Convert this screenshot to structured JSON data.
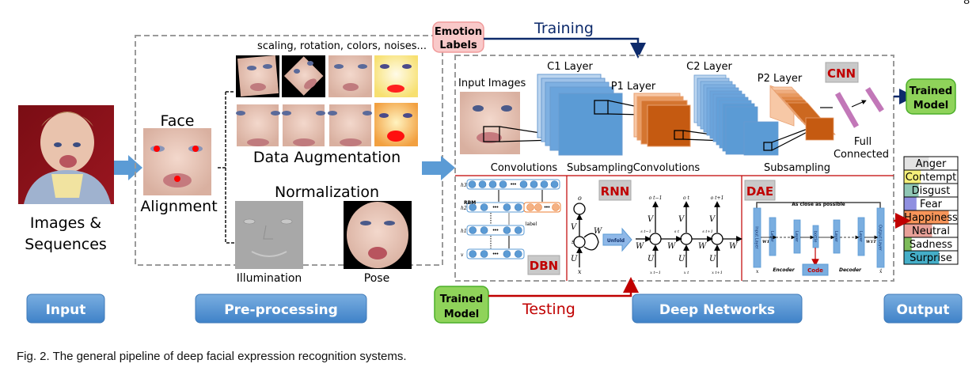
{
  "page_number": "8",
  "caption": "Fig. 2. The general pipeline of deep facial expression recognition systems.",
  "stages": {
    "input": "Input",
    "preprocessing": "Pre-processing",
    "deep_networks": "Deep Networks",
    "output": "Output"
  },
  "input": {
    "label_line1": "Images &",
    "label_line2": "Sequences"
  },
  "preprocessing": {
    "face_label": "Face",
    "alignment_label": "Alignment",
    "augmentation_caption": "scaling, rotation, colors, noises...",
    "augmentation_label": "Data Augmentation",
    "normalization_label": "Normalization",
    "illumination_label": "Illumination",
    "pose_label": "Pose"
  },
  "training": {
    "emotion_labels_line1": "Emotion",
    "emotion_labels_line2": "Labels",
    "training_label": "Training",
    "testing_label": "Testing",
    "trained_model_line1": "Trained",
    "trained_model_line2": "Model"
  },
  "cnn": {
    "tag": "CNN",
    "input_images": "Input Images",
    "c1": "C1 Layer",
    "p1": "P1 Layer",
    "c2": "C2 Layer",
    "p2": "P2 Layer",
    "full_line1": "Full",
    "full_line2": "Connected",
    "ops": [
      "Convolutions",
      "Subsampling",
      "Convolutions",
      "Subsampling"
    ]
  },
  "dbn": {
    "tag": "DBN",
    "rbm": "RBM",
    "label": "label",
    "layers": [
      "h3",
      "h2",
      "h1",
      "v"
    ]
  },
  "rnn": {
    "tag": "RNN",
    "unfold": "Unfold",
    "o": "o",
    "s": "s",
    "x": "x",
    "V": "V",
    "U": "U",
    "W": "W",
    "o_steps": [
      "o t−1",
      "o t",
      "o t+1"
    ],
    "s_steps": [
      "s t−1",
      "s t",
      "s t+1"
    ],
    "x_steps": [
      "x t−1",
      "x t",
      "x t+1"
    ]
  },
  "dae": {
    "tag": "DAE",
    "close": "As close as possible",
    "input_layer": "Input Layer",
    "output_layer": "Output Layer",
    "layer": "Layer",
    "bottle": "bottle",
    "code": "Code",
    "encoder": "Encoder",
    "decoder": "Decoder",
    "w1": "W1",
    "w1t": "W1T",
    "x": "x",
    "xhat": "x̂"
  },
  "output": {
    "emotions": [
      {
        "name": "Anger",
        "prob": 0.47,
        "color": "#e3e3e3"
      },
      {
        "name": "Contempt",
        "prob": 0.32,
        "color": "#f5f07a"
      },
      {
        "name": "Disgust",
        "prob": 0.28,
        "color": "#8fc6b4"
      },
      {
        "name": "Fear",
        "prob": 0.24,
        "color": "#8f8fe0"
      },
      {
        "name": "Happiness",
        "prob": 0.84,
        "color": "#f7955a"
      },
      {
        "name": "Neutral",
        "prob": 0.53,
        "color": "#e8a098"
      },
      {
        "name": "Sadness",
        "prob": 0.15,
        "color": "#7dbb5a"
      },
      {
        "name": "Surprise",
        "prob": 0.66,
        "color": "#45aec8"
      }
    ],
    "predicted": "Happiness"
  },
  "colors": {
    "stage_button": "#5b9bd5",
    "training_arrow": "#0d2a6b",
    "testing_arrow": "#c00000",
    "tag_red": "#c00000",
    "conv_blue": "#5b9bd5",
    "pool_orange": "#c55a11",
    "fc_purple": "#c277b8",
    "trained_green": "#8fd35a",
    "emotion_pink": "#f9c9c9"
  }
}
